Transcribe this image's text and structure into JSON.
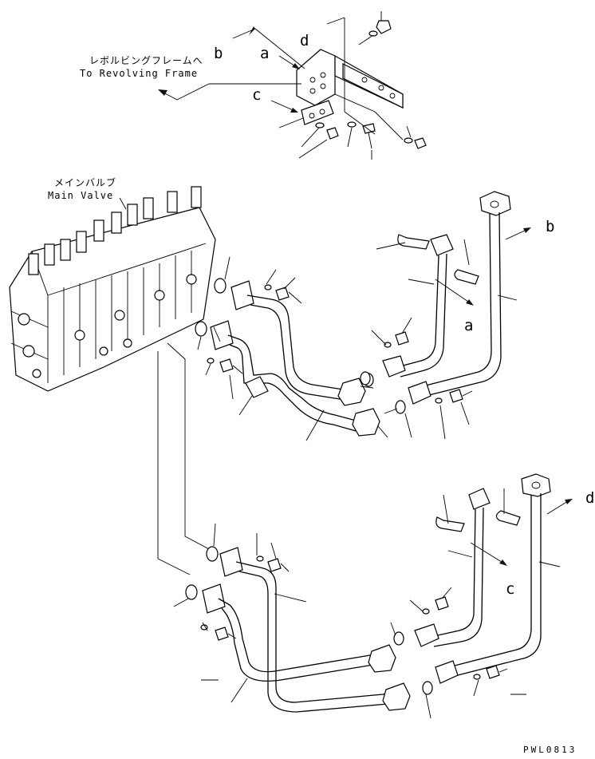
{
  "figure": {
    "connection_letters": [
      "a",
      "b",
      "c",
      "d"
    ],
    "to_revolving_frame_jp": "レボルビングフレームへ",
    "to_revolving_frame_en": "To Revolving Frame",
    "main_valve_jp": "メインバルブ",
    "main_valve_en": "Main Valve",
    "drawing_code": "PWL0813"
  }
}
